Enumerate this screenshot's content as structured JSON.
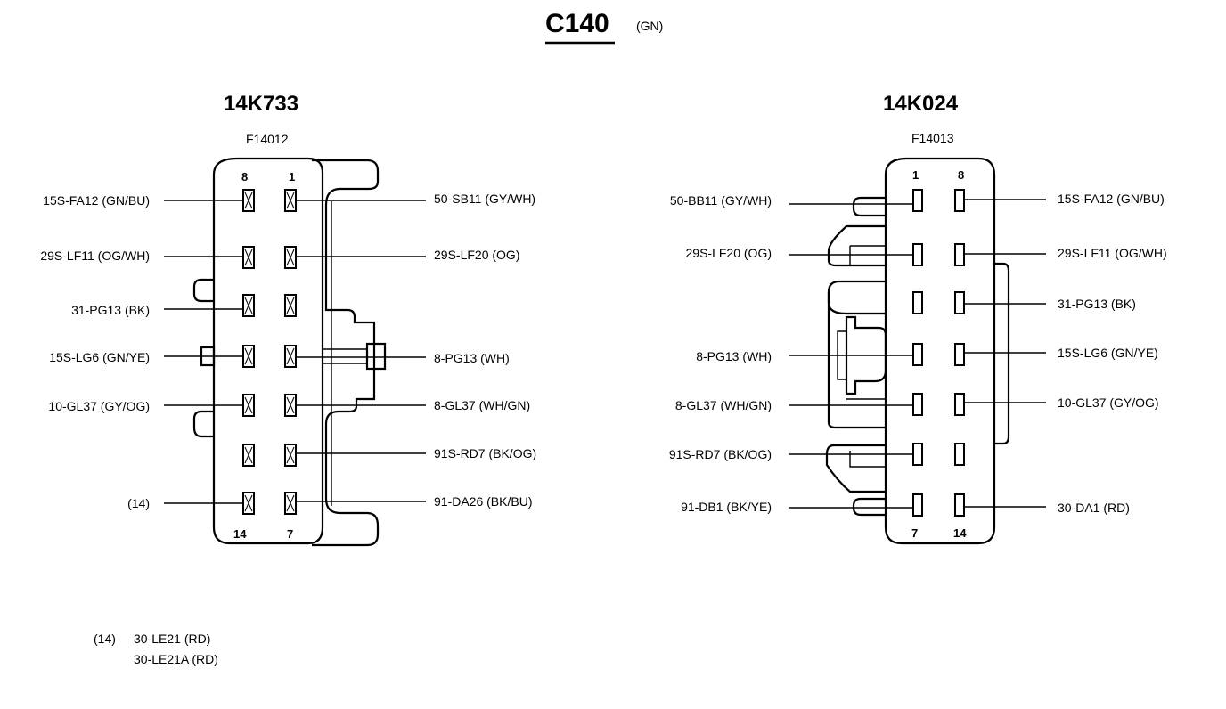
{
  "title": "C140",
  "title_color": "(GN)",
  "left": {
    "part": "14K733",
    "ref": "F14012",
    "top_left_num": "8",
    "top_right_num": "1",
    "bottom_left_num": "14",
    "bottom_right_num": "7",
    "left_labels": [
      "15S-FA12 (GN/BU)",
      "29S-LF11 (OG/WH)",
      "31-PG13 (BK)",
      "15S-LG6 (GN/YE)",
      "10-GL37 (GY/OG)",
      "",
      "(14)"
    ],
    "right_labels": [
      "50-SB11 (GY/WH)",
      "29S-LF20 (OG)",
      "",
      "8-PG13 (WH)",
      "8-GL37 (WH/GN)",
      "91S-RD7 (BK/OG)",
      "91-DA26 (BK/BU)"
    ]
  },
  "right": {
    "part": "14K024",
    "ref": "F14013",
    "top_left_num": "1",
    "top_right_num": "8",
    "bottom_left_num": "7",
    "bottom_right_num": "14",
    "left_labels": [
      "50-BB11 (GY/WH)",
      "29S-LF20 (OG)",
      "",
      "8-PG13 (WH)",
      "8-GL37 (WH/GN)",
      "91S-RD7 (BK/OG)",
      "91-DB1 (BK/YE)"
    ],
    "right_labels": [
      "15S-FA12 (GN/BU)",
      "29S-LF11 (OG/WH)",
      "31-PG13 (BK)",
      "15S-LG6 (GN/YE)",
      "10-GL37 (GY/OG)",
      "",
      "30-DA1 (RD)"
    ]
  },
  "footnote": {
    "marker": "(14)",
    "lines": [
      "30-LE21 (RD)",
      "30-LE21A (RD)"
    ]
  }
}
